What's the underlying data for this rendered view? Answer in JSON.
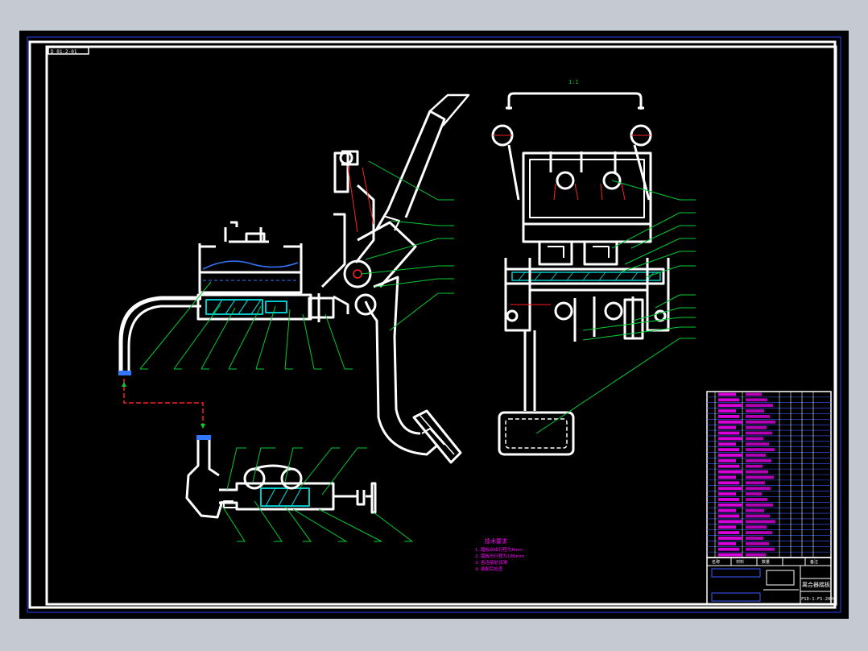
{
  "app": {
    "background_color": "#c4c9d2",
    "viewport_color": "#000000",
    "frame_color": "#ffffff",
    "accent_colors": {
      "section_hatch": "#00c8c8",
      "leader_line": "#00cc33",
      "centerline": "#ff2020",
      "annotation": "#ff00ff",
      "table_frame": "#3a5bff"
    }
  },
  "drawing": {
    "corner_tag": "D 01-2-01",
    "scale_mark": "1:1",
    "technical_requirements": {
      "title": "技术要求",
      "items": [
        "1. 踏板自由行程为6mm",
        "2. 踏板总行程为180mm",
        "3. 各连接处润滑",
        "4. 装配后检查"
      ]
    },
    "title_block": {
      "drawing_number": "FSD-1-FS-2000",
      "part_name": "离合器踏板",
      "material_row": [
        "名称",
        "材料",
        "数量",
        "备注"
      ]
    },
    "parts_list": {
      "visible_row_count": 30
    }
  }
}
